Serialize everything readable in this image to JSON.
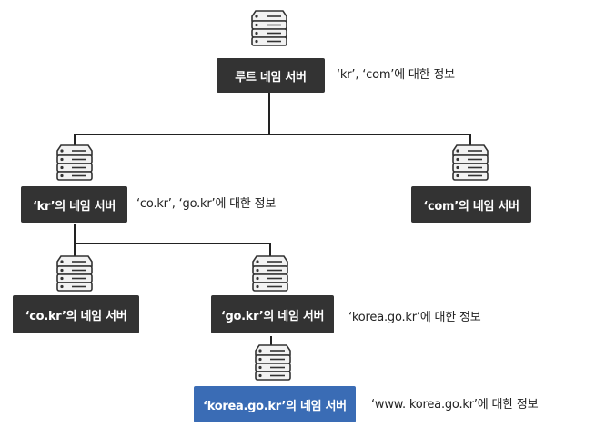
{
  "nodes": {
    "root": {
      "label": "루트 네임 서버",
      "note": "‘kr’, ‘com’에 대한 정보"
    },
    "kr": {
      "label": "‘kr’의 네임 서버",
      "note": "‘co.kr’, ‘go.kr’에 대한 정보"
    },
    "com": {
      "label": "‘com’의 네임 서버"
    },
    "cokr": {
      "label": "‘co.kr’의 네임 서버"
    },
    "gokr": {
      "label": "‘go.kr’의 네임 서버",
      "note": "‘korea.go.kr’에 대한 정보"
    },
    "koreagokr": {
      "label": "‘korea.go.kr’의 네임 서버",
      "note": "‘www. korea.go.kr’에 대한 정보"
    }
  },
  "colors": {
    "dark_box": "#333333",
    "highlight_box": "#3a6cb5",
    "line": "#222222"
  },
  "icons": {
    "server": "server-stack-icon"
  }
}
